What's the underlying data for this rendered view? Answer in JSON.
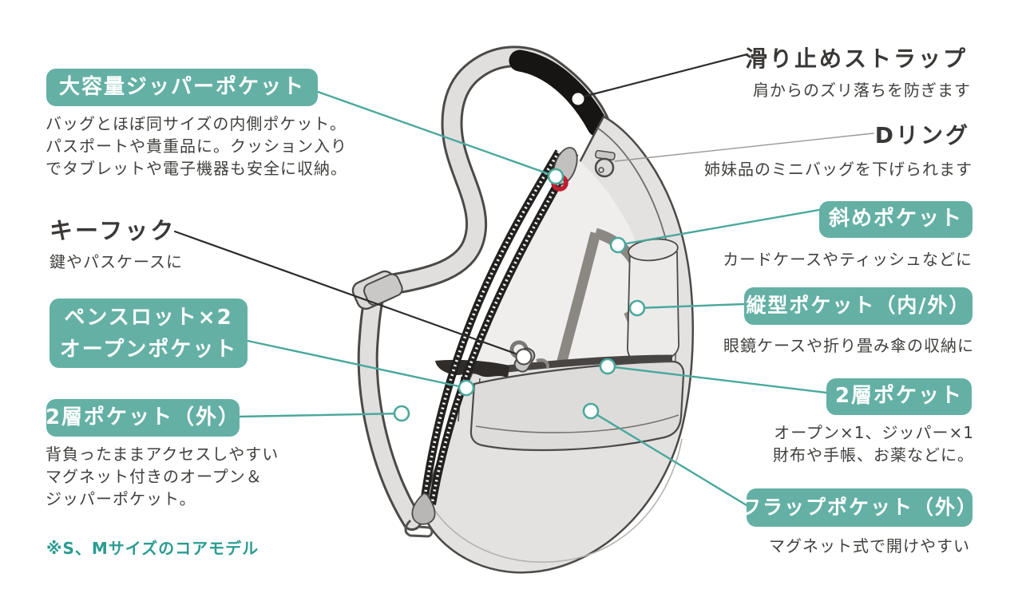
{
  "colors": {
    "badge_bg": "#64b0a5",
    "badge_text": "#ffffff",
    "heading_text": "#3a3836",
    "body_text": "#41403e",
    "note_text": "#2b9c92",
    "callout_teal": "#4aa89c",
    "callout_dark": "#2e2c2a",
    "callout_gray": "#9a9895",
    "bag_fill": "#e3e2e1",
    "bag_outline": "#4b4a48",
    "strap_black": "#171513",
    "zipper_pull_red": "#c01e2e"
  },
  "annotations": {
    "large_zipper_pocket": {
      "badge": "大容量ジッパーポケット",
      "desc1": "バッグとほぼ同サイズの内側ポケット。",
      "desc2": "パスポートや貴重品に。クッション入り",
      "desc3": "でタブレットや電子機器も安全に収納。"
    },
    "key_hook": {
      "title": "キーフック",
      "desc": "鍵やパスケースに"
    },
    "pen_slot_open_pocket": {
      "badge1": "ペンスロット×2",
      "badge2": "オープンポケット"
    },
    "two_layer_pocket_outer": {
      "badge": "2層ポケット（外）",
      "desc1": "背負ったままアクセスしやすい",
      "desc2": "マグネット付きのオープン＆",
      "desc3": "ジッパーポケット。"
    },
    "size_note": "※S、Mサイズのコアモデル",
    "non_slip_strap": {
      "title": "滑り止めストラップ",
      "desc": "肩からのズリ落ちを防ぎます"
    },
    "d_ring": {
      "title": "Dリング",
      "desc": "姉妹品のミニバッグを下げられます"
    },
    "diagonal_pocket": {
      "badge": "斜めポケット",
      "desc": "カードケースやティッシュなどに"
    },
    "vertical_pocket": {
      "badge": "縦型ポケット（内/外）",
      "desc": "眼鏡ケースや折り畳み傘の収納に"
    },
    "two_layer_pocket": {
      "badge": "2層ポケット",
      "desc1": "オープン×1、ジッパー×1",
      "desc2": "財布や手帳、お薬などに。"
    },
    "flap_pocket": {
      "badge": "フラップポケット（外）",
      "desc": "マグネット式で開けやすい"
    }
  }
}
